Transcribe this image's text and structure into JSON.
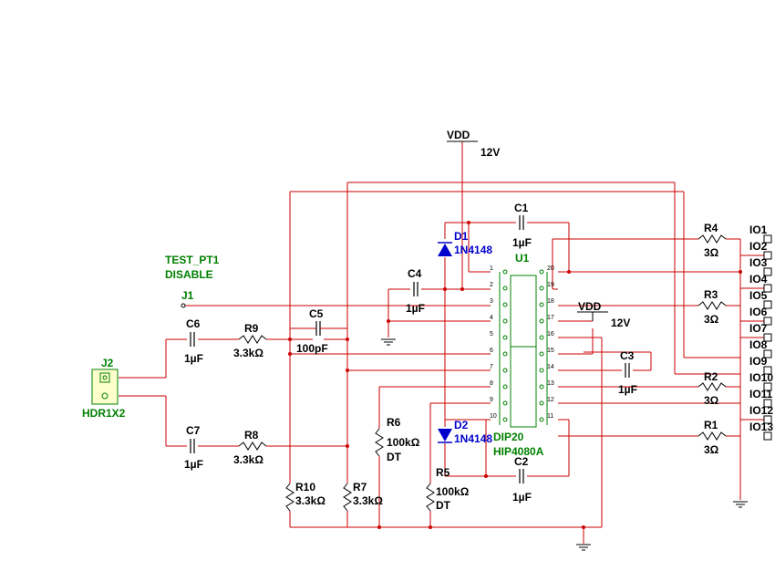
{
  "labels": {
    "vdd_top": "VDD",
    "v12_top": "12V",
    "vdd_right": "VDD",
    "v12_right": "12V",
    "test_pt1": "TEST_PT1",
    "disable": "DISABLE",
    "j1": "J1",
    "j2": "J2",
    "hdr": "HDR1X2",
    "u1": "U1",
    "dip": "DIP20",
    "ic": "HIP4080A"
  },
  "components": {
    "c1": {
      "ref": "C1",
      "value": "1µF"
    },
    "c2": {
      "ref": "C2",
      "value": "1µF"
    },
    "c3": {
      "ref": "C3",
      "value": "1µF"
    },
    "c4": {
      "ref": "C4",
      "value": "1µF"
    },
    "c5": {
      "ref": "C5",
      "value": "100pF"
    },
    "c6": {
      "ref": "C6",
      "value": "1µF"
    },
    "c7": {
      "ref": "C7",
      "value": "1µF"
    },
    "r1": {
      "ref": "R1",
      "value": "3Ω"
    },
    "r2": {
      "ref": "R2",
      "value": "3Ω"
    },
    "r3": {
      "ref": "R3",
      "value": "3Ω"
    },
    "r4": {
      "ref": "R4",
      "value": "3Ω"
    },
    "r5": {
      "ref": "R5",
      "value": "100kΩ",
      "extra": "DT"
    },
    "r6": {
      "ref": "R6",
      "value": "100kΩ",
      "extra": "DT"
    },
    "r7": {
      "ref": "R7",
      "value": "3.3kΩ"
    },
    "r8": {
      "ref": "R8",
      "value": "3.3kΩ"
    },
    "r9": {
      "ref": "R9",
      "value": "3.3kΩ"
    },
    "r10": {
      "ref": "R10",
      "value": "3.3kΩ"
    },
    "d1": {
      "ref": "D1",
      "value": "1N4148"
    },
    "d2": {
      "ref": "D2",
      "value": "1N4148"
    }
  },
  "pins": [
    "1",
    "2",
    "3",
    "4",
    "5",
    "6",
    "7",
    "8",
    "9",
    "10",
    "11",
    "12",
    "13",
    "14",
    "15",
    "16",
    "17",
    "18",
    "19",
    "20"
  ],
  "io": [
    "IO1",
    "IO2",
    "IO3",
    "IO4",
    "IO5",
    "IO6",
    "IO7",
    "IO8",
    "IO9",
    "IO10",
    "IO11",
    "IO12",
    "IO13"
  ],
  "colors": {
    "wire": "#cc0000",
    "part": "#000000",
    "label": "#008000",
    "diode": "#0000cc"
  }
}
